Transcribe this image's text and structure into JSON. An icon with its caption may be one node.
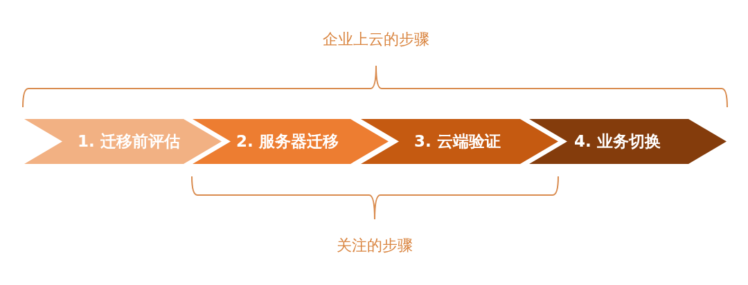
{
  "diagram": {
    "nodes": [
      {
        "text": [
          "1. 迁移前评估"
        ]
      },
      {
        "text": [
          "2. 服务器迁移"
        ]
      },
      {
        "text": [
          "3. 云端验证"
        ]
      },
      {
        "text": [
          "4. 业务切换"
        ]
      }
    ],
    "labels": [
      "企业上云的步骤",
      "关注的步骤"
    ]
  }
}
